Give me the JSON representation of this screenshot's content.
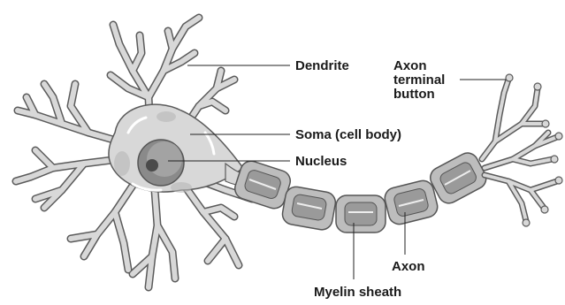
{
  "labels": {
    "dendrite": "Dendrite",
    "axon_terminal_1": "Axon",
    "axon_terminal_2": "terminal",
    "axon_terminal_3": "button",
    "soma": "Soma (cell body)",
    "nucleus": "Nucleus",
    "axon": "Axon",
    "myelin": "Myelin sheath"
  },
  "colors": {
    "outline": "#5b5b5b",
    "cell_fill": "#d8d8d8",
    "nucleus_fill": "#8a8a8a",
    "nucleolus_fill": "#4a4a4a",
    "myelin_fill": "#bdbdbd",
    "text": "#1a1a1a"
  }
}
